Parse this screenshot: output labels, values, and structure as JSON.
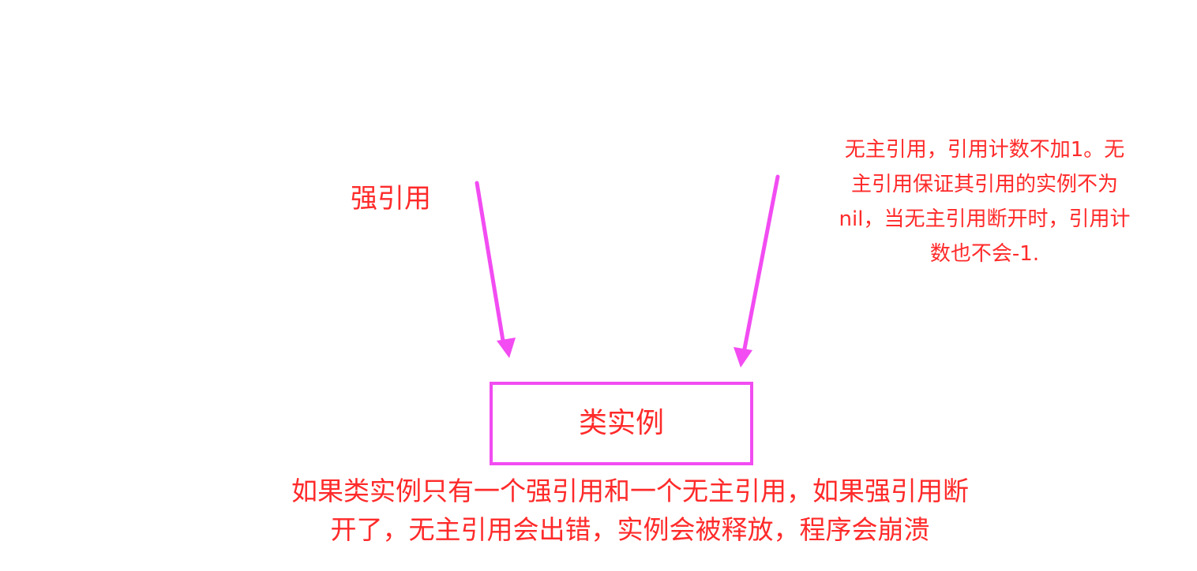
{
  "diagram": {
    "strong_reference_label": "强引用",
    "unowned_reference_note": {
      "lines": [
        "无主引用，引用计数不加1。无",
        "主引用保证其引用的实例不为",
        "nil，当无主引用断开时，引用计",
        "数也不会-1."
      ]
    },
    "instance_box_label": "类实例",
    "caption": {
      "lines": [
        "如果类实例只有一个强引用和一个无主引用，如果强引用断",
        "开了，无主引用会出错，实例会被释放，程序会崩溃"
      ]
    }
  },
  "colors": {
    "text": "#ff2a2a",
    "arrow": "#f24cf2",
    "box_border": "#f24cf2",
    "background": "#ffffff"
  }
}
